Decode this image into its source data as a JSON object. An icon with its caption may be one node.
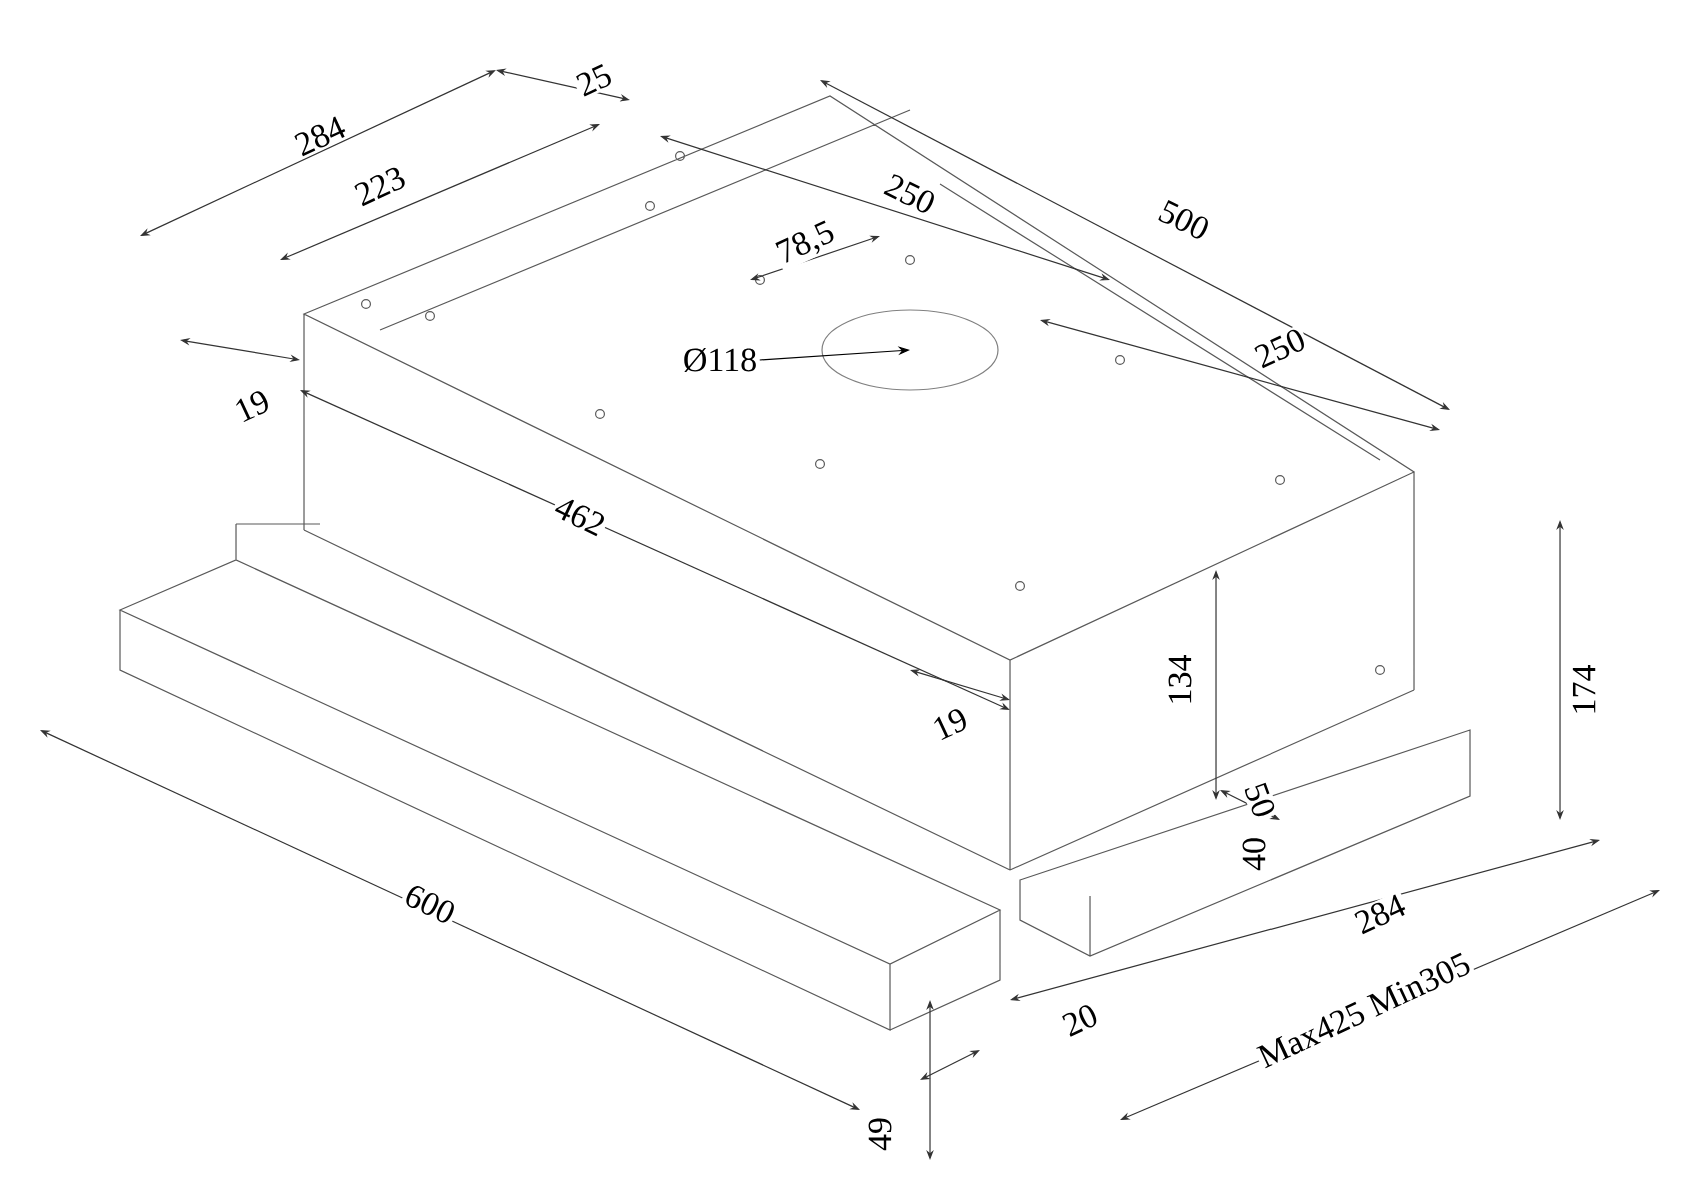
{
  "diagram": {
    "nodes": [
      {
        "text": [
          "Ø118"
        ]
      },
      {
        "text": [],
        "shape": "circle"
      }
    ],
    "edges": [
      {
        "from": 0,
        "to": 1,
        "arrow": "to"
      }
    ],
    "labels": [
      "284",
      "25",
      "223",
      "250",
      "500",
      "78,5",
      "250",
      "19",
      "462",
      "19",
      "134",
      "174",
      "50",
      "40",
      "600",
      "284",
      "20",
      "Max425 Min305",
      "49"
    ]
  }
}
